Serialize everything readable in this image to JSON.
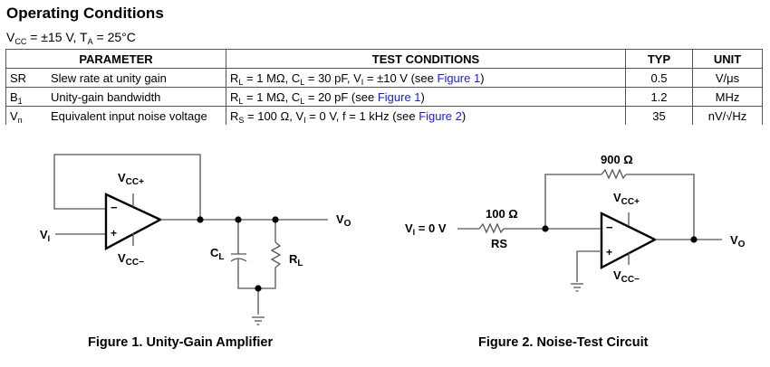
{
  "title": "Operating Conditions",
  "conditions": {
    "vcc_sym": "V",
    "vcc_sub": "CC",
    "vcc_val": " = ±15 V, ",
    "ta_sym": "T",
    "ta_sub": "A",
    "ta_val": " = 25°C"
  },
  "table": {
    "headers": {
      "parameter": "PARAMETER",
      "test": "TEST CONDITIONS",
      "typ": "TYP",
      "unit": "UNIT"
    },
    "rows": [
      {
        "sym": "SR",
        "sym_sub": "",
        "desc": "Slew rate at unity gain",
        "test_text": "R_L = 1 MΩ, C_L = 30 pF, V_I = ±10 V (see ",
        "t1": "R",
        "t1s": "L",
        "t2": " = 1 MΩ, C",
        "t2s": "L",
        "t3": " = 30 pF, V",
        "t3s": "I",
        "t4": " = ±10 V (see ",
        "link": "Figure 1",
        "tail": ")",
        "typ": "0.5",
        "unit": "V/μs"
      },
      {
        "sym": "B",
        "sym_sub": "1",
        "desc": "Unity-gain bandwidth",
        "t1": "R",
        "t1s": "L",
        "t2": " = 1 MΩ, C",
        "t2s": "L",
        "t3": " = 20 pF (see ",
        "t3s": "",
        "t4": "",
        "link": "Figure 1",
        "tail": ")",
        "typ": "1.2",
        "unit": "MHz"
      },
      {
        "sym": "V",
        "sym_sub": "n",
        "desc": "Equivalent input noise voltage",
        "t1": "R",
        "t1s": "S",
        "t2": " = 100 Ω, V",
        "t2s": "I",
        "t3": " = 0 V, f = 1 kHz (see ",
        "t3s": "",
        "t4": "",
        "link": "Figure 2",
        "tail": ")",
        "typ": "35",
        "unit": "nV/√Hz"
      }
    ]
  },
  "figure1": {
    "caption": "Figure 1. Unity-Gain Amplifier",
    "vi": "V",
    "vi_sub": "I",
    "vccp": "V",
    "vccp_sub": "CC+",
    "vccn": "V",
    "vccn_sub": "CC−",
    "cl": "C",
    "cl_sub": "L",
    "rl": "R",
    "rl_sub": "L",
    "vo": "V",
    "vo_sub": "O",
    "minus": "−",
    "plus": "+"
  },
  "figure2": {
    "caption": "Figure 2. Noise-Test Circuit",
    "vi": "V",
    "vi_sub": "I",
    "vi_val": " = 0 V",
    "rs_value": "100 Ω",
    "rs_label": "RS",
    "rf_value": "900 Ω",
    "vccp": "V",
    "vccp_sub": "CC+",
    "vccn": "V",
    "vccn_sub": "CC−",
    "vo": "V",
    "vo_sub": "O",
    "minus": "−",
    "plus": "+"
  },
  "colors": {
    "link": "#1a1ae6",
    "wire": "#555555"
  }
}
